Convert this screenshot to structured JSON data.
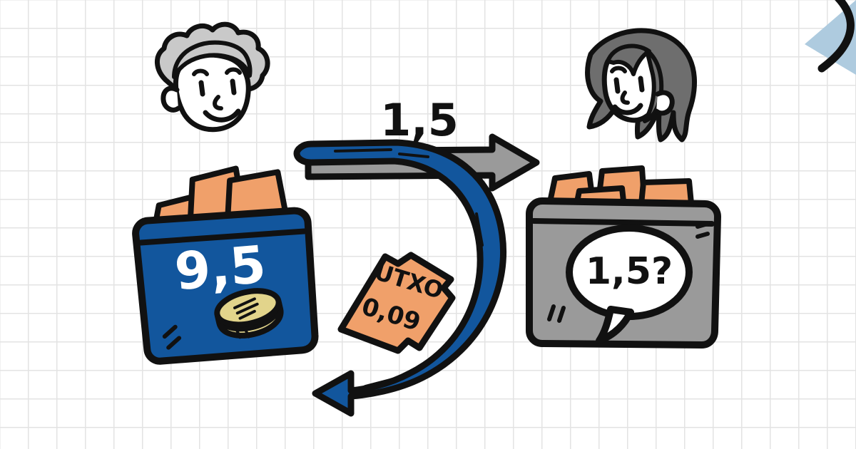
{
  "illustration": {
    "title": "bitcoin-utxo-change-illustration",
    "background": {
      "color": "#ffffff",
      "grid_color": "#e3e3e3",
      "grid_size": 40
    },
    "palette": {
      "wallet_blue": "#12569d",
      "wallet_gray": "#9a9a9a",
      "bill_orange": "#f0a06a",
      "coin_gold": "#e2d48b",
      "ink_black": "#111111",
      "hair_light_gray": "#c9c9c9",
      "hair_dark_gray": "#6e6e6e",
      "corner_blue": "#aecbdf",
      "bubble_white": "#ffffff",
      "text_white": "#ffffff"
    },
    "sender": {
      "name": "sender-person",
      "hair_color": "#c9c9c9",
      "description": "male face with curly light gray hair"
    },
    "recipient": {
      "name": "recipient-person",
      "hair_color": "#6e6e6e",
      "description": "female face with long dark gray hair"
    },
    "sender_wallet": {
      "name": "sender-wallet",
      "color": "#12569d",
      "balance_label": "9,5",
      "bill_count": 3,
      "has_coin": true
    },
    "recipient_wallet": {
      "name": "recipient-wallet",
      "color": "#9a9a9a",
      "bill_count": 4,
      "bubble_label": "1,5?"
    },
    "payment_arrow": {
      "name": "payment-arrow",
      "color": "#9a9a9a",
      "amount_label": "1,5",
      "direction": "left-to-right"
    },
    "change_arrow": {
      "name": "change-arrow",
      "color": "#12569d",
      "direction": "loops back to sender"
    },
    "utxo_note": {
      "name": "utxo-note",
      "color": "#f0a06a",
      "line1": "UTXO",
      "line2": "0,09"
    },
    "corner_decoration": {
      "name": "corner-decoration",
      "color": "#aecbdf"
    }
  }
}
